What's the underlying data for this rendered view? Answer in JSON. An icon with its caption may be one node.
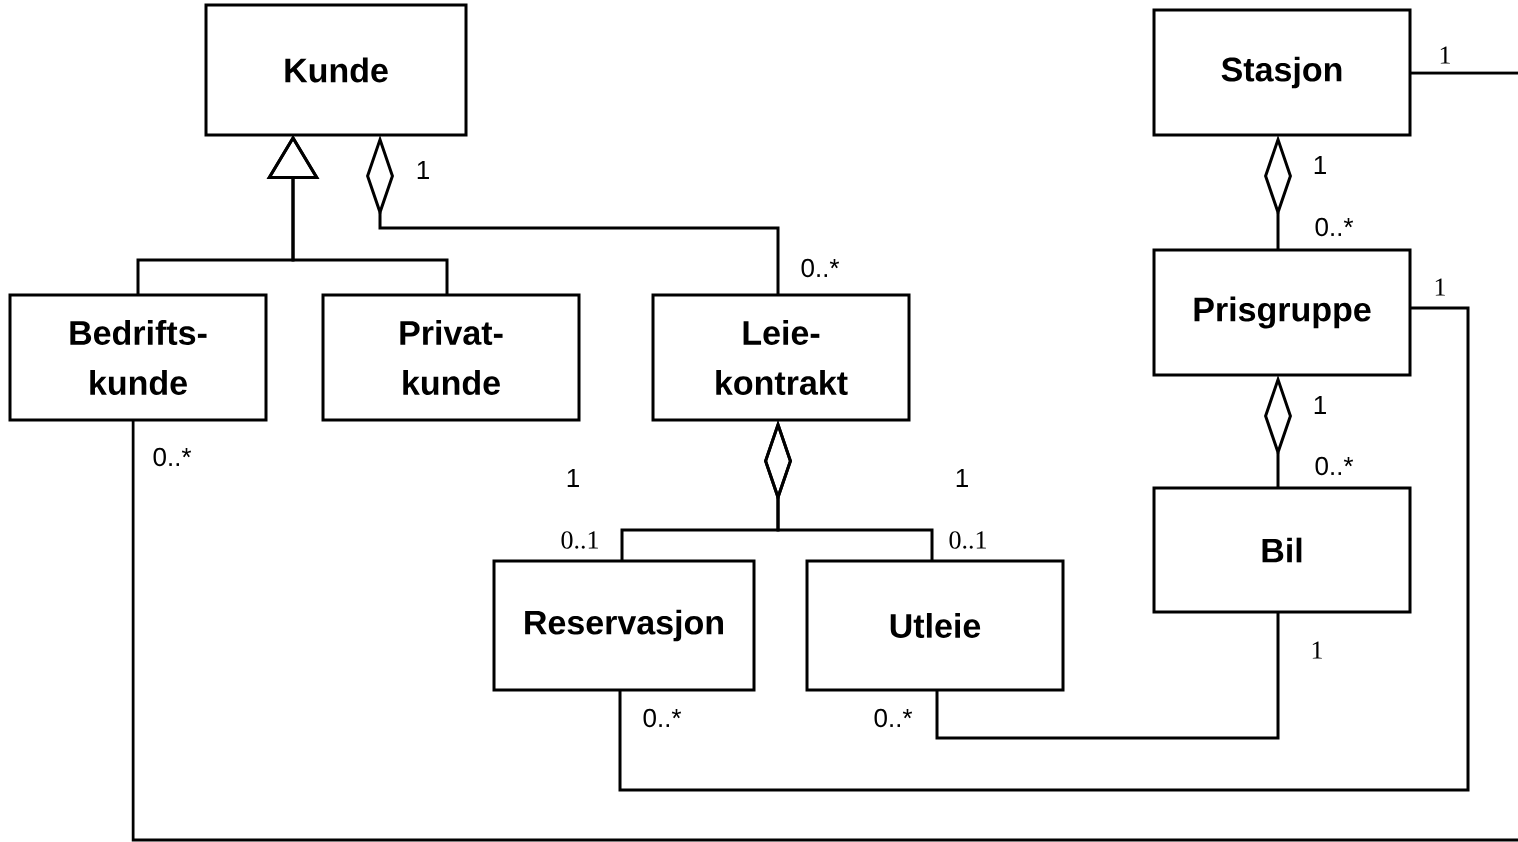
{
  "diagram": {
    "nodes": [
      {
        "text": [
          "Kunde"
        ]
      },
      {
        "text": [
          "Bedrifts- kunde"
        ]
      },
      {
        "text": [
          "Privat- kunde"
        ]
      },
      {
        "text": [
          "Leie- kontrakt"
        ]
      },
      {
        "text": [
          "Reservasjon"
        ]
      },
      {
        "text": [
          "Utleie"
        ]
      },
      {
        "text": [
          "Stasjon"
        ]
      },
      {
        "text": [
          "Prisgruppe"
        ]
      },
      {
        "text": [
          "Bil"
        ]
      }
    ],
    "edges": [
      {
        "from": 1,
        "to": 0,
        "arrow": "to"
      },
      {
        "from": 2,
        "to": 0,
        "arrow": "to"
      },
      {
        "from": 3,
        "to": 0,
        "arrow": "other"
      },
      {
        "from": 4,
        "to": 3,
        "arrow": "other"
      },
      {
        "from": 5,
        "to": 3,
        "arrow": "other"
      },
      {
        "from": 7,
        "to": 6,
        "arrow": "other"
      },
      {
        "from": 8,
        "to": 7,
        "arrow": "other"
      },
      {
        "from": 8,
        "to": 5,
        "arrow": "none"
      },
      {
        "from": 7,
        "to": 4,
        "arrow": "none"
      },
      {
        "from": 6,
        "to": null,
        "arrow": "none"
      },
      {
        "from": 1,
        "to": null,
        "arrow": "none"
      }
    ],
    "labels": [
      "1",
      "1",
      "1",
      "0..*",
      "0..*",
      "1",
      "1",
      "0..*",
      "0..*",
      "1",
      "1",
      "0..1",
      "0..1",
      "1",
      "0..*",
      "0..*"
    ]
  }
}
